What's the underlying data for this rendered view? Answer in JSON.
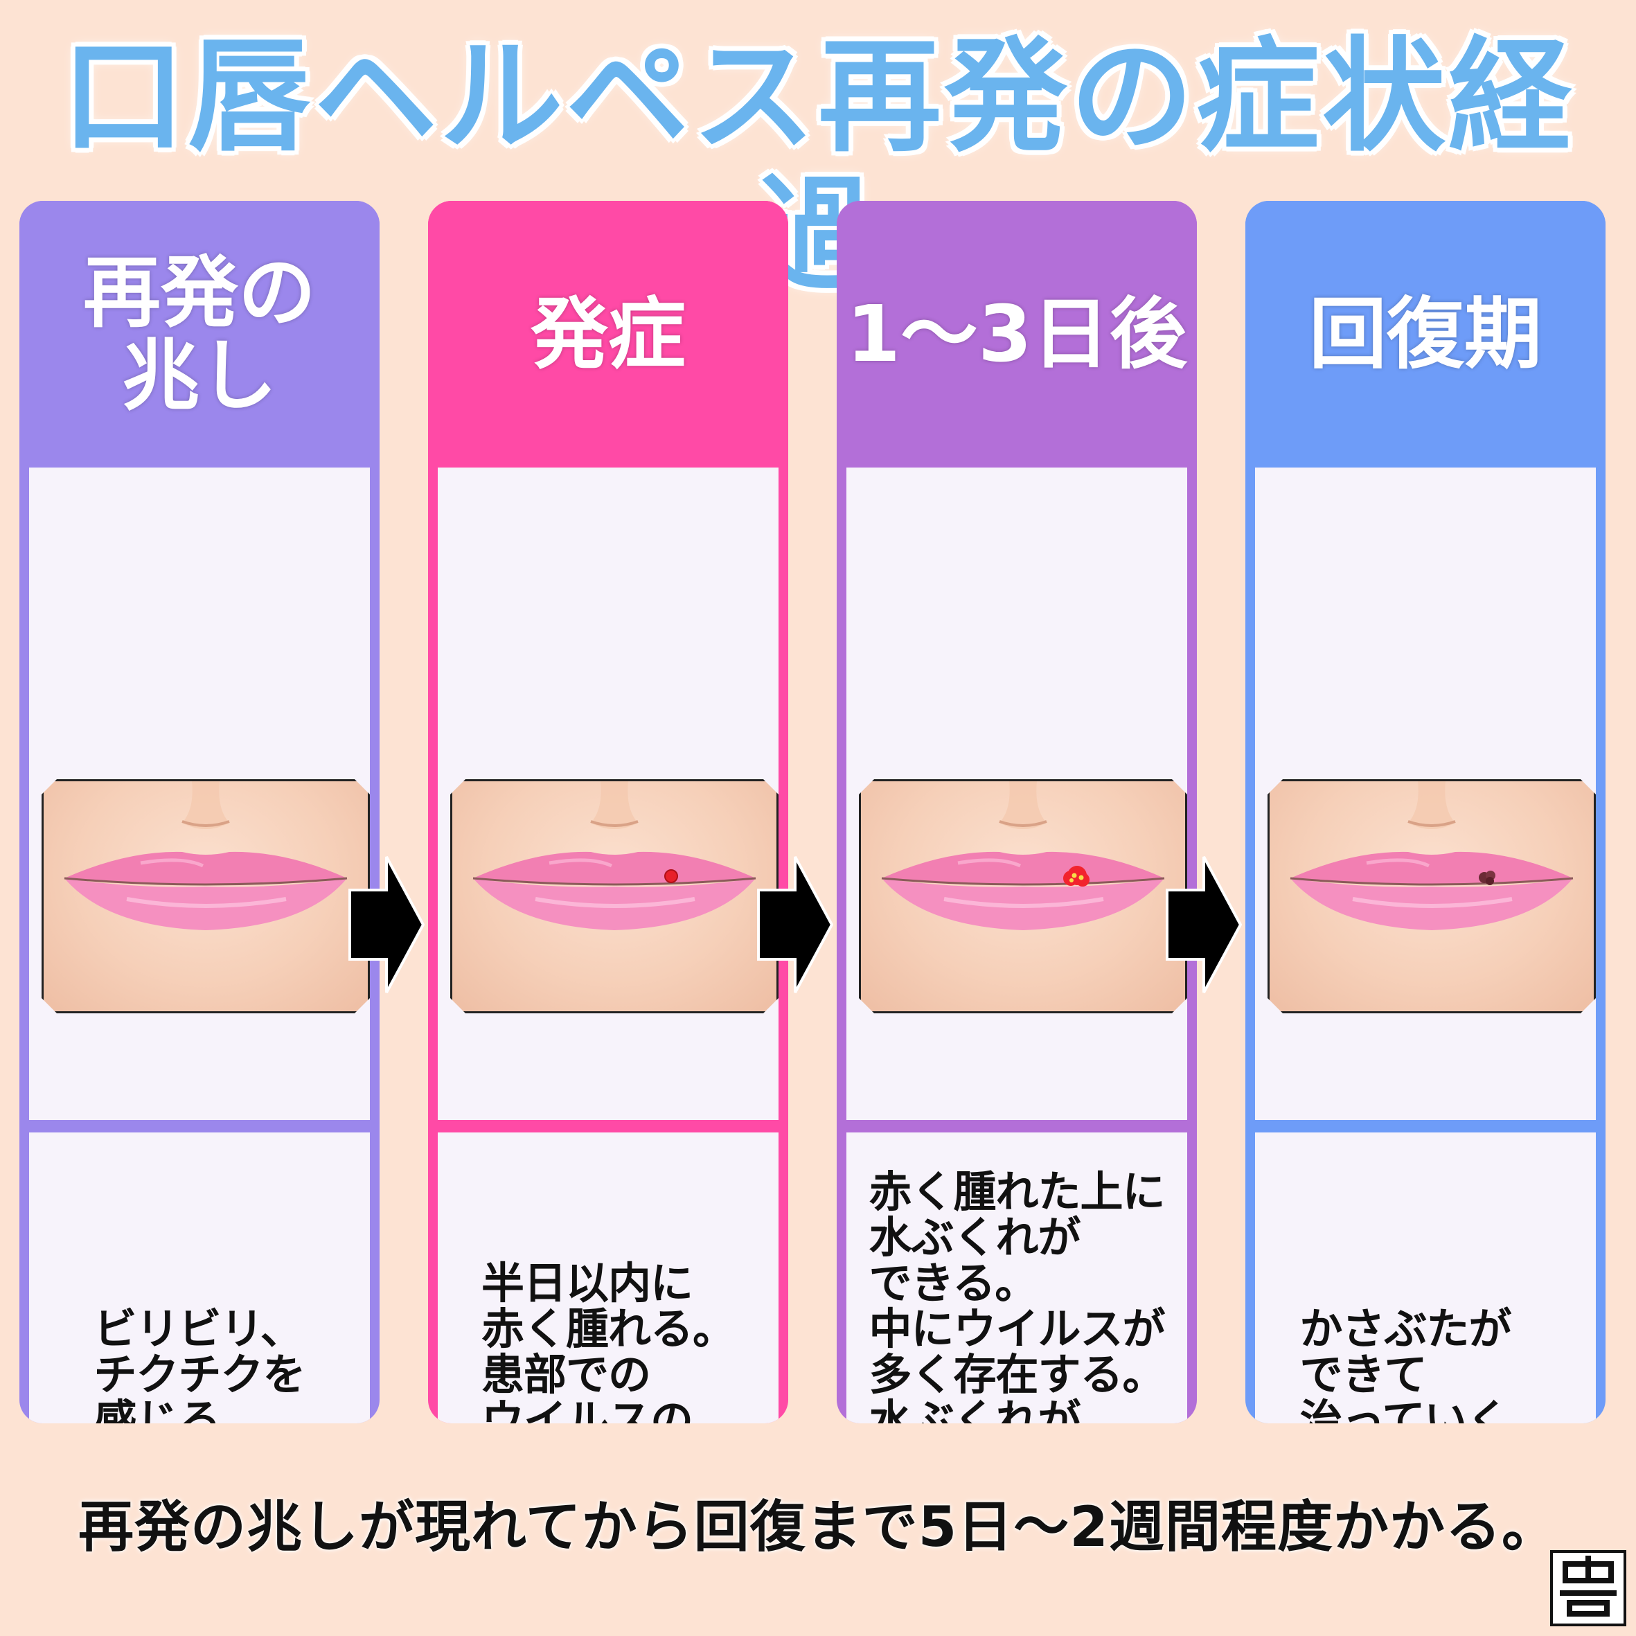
{
  "title": "口唇ヘルペス再発の症状経過",
  "stages": [
    {
      "heading": "再発の\n兆し",
      "description": "ビリビリ、\nチクチクを\n感じる。",
      "color": "#9b87ec",
      "lesion": "none"
    },
    {
      "heading": "発症",
      "description": "半日以内に\n赤く腫れる。\n患部での\nウイルスの\n増殖が活発。",
      "color": "#ff4aa6",
      "lesion": "red-spot"
    },
    {
      "heading": "1〜3日後",
      "description": "赤く腫れた上に\n水ぶくれが\nできる。\n中にウイルスが\n多く存在する。\n水ぶくれが\n破れると他\nの部位に感\n染する。",
      "color": "#b36fd8",
      "lesion": "blisters"
    },
    {
      "heading": "回復期",
      "description": "かさぶたが\nできて\n治っていく。",
      "color": "#6e9cf8",
      "lesion": "scab"
    }
  ],
  "footer": "再発の兆しが現れてから回復まで5日〜2週間程度かかる。",
  "colors": {
    "background": "#fde3d3",
    "title": "#6ab4ee",
    "panel": "#f7f3fb",
    "lip": "#f27fb2",
    "arrow": "#000000"
  }
}
